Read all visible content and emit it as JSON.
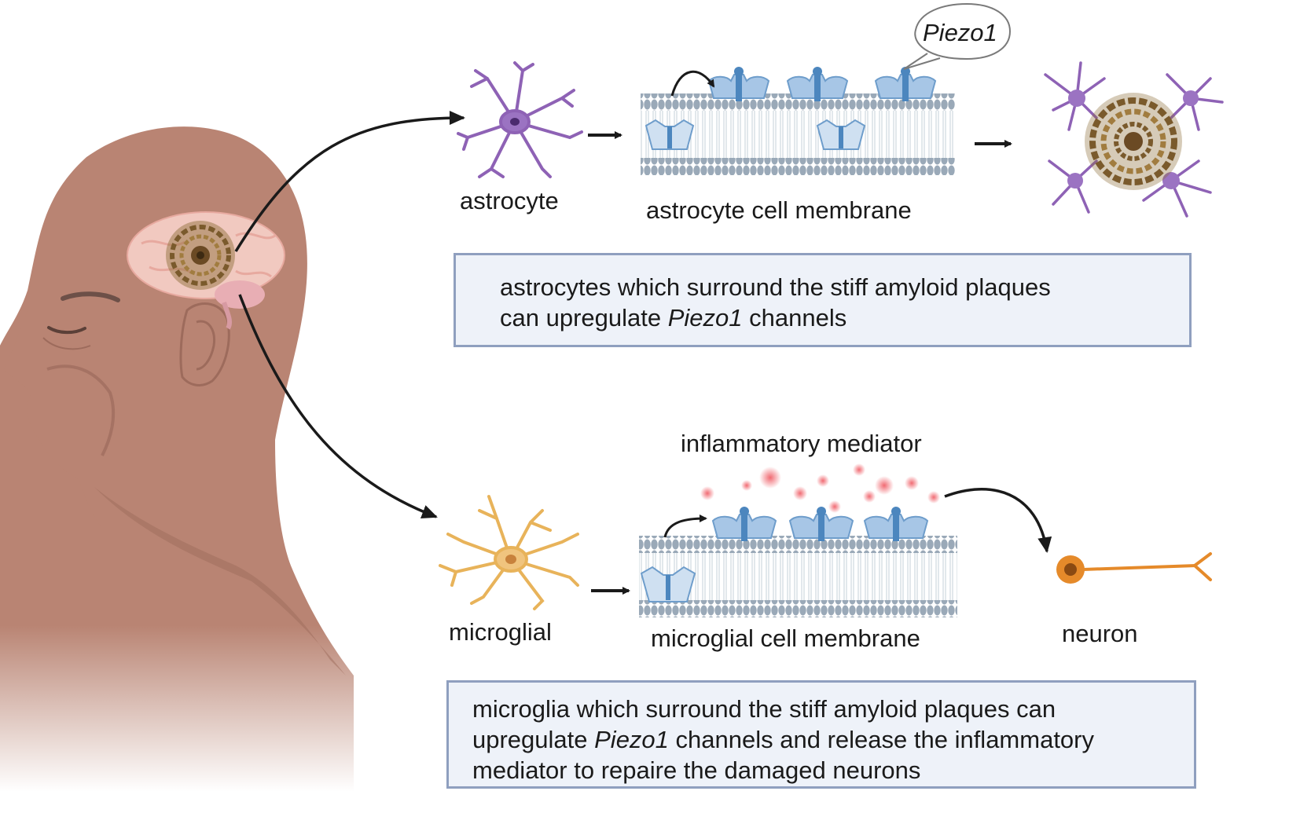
{
  "astro": {
    "cell_label": "astrocyte",
    "membrane_label": "astrocyte cell membrane",
    "channel_bubble": "Piezo1",
    "box": {
      "line1": "astrocytes which surround the stiff amyloid plaques",
      "line2_before": "can  upregulate ",
      "line2_italic": "Piezo1",
      "line2_after": " channels"
    }
  },
  "micro": {
    "mediator_label": "inflammatory mediator",
    "cell_label": "microglial",
    "membrane_label": "microglial cell membrane",
    "target_label": "neuron",
    "box": {
      "line1": "microglia which surround the stiff amyloid plaques  can",
      "line2_before": "upregulate ",
      "line2_italic": "Piezo1",
      "line2_after": " channels and  release the  inflammatory",
      "line3": "mediator to  repaire the damaged neurons"
    }
  },
  "colors": {
    "skin": "#b98473",
    "skin_dark": "#9d6b5c",
    "astrocyte": "#8e62b5",
    "microglia": "#e8b35a",
    "neuron": "#e58a2a",
    "plaque": "#7a5a2c",
    "channel": "#a7c6e6",
    "channel_core": "#4c86be",
    "membrane_head": "#9aa9b8",
    "membrane_tail": "#d7dee6",
    "mediator": "#f07a80",
    "box_fill": "#eef2f9",
    "box_border": "#8f9fbf"
  }
}
